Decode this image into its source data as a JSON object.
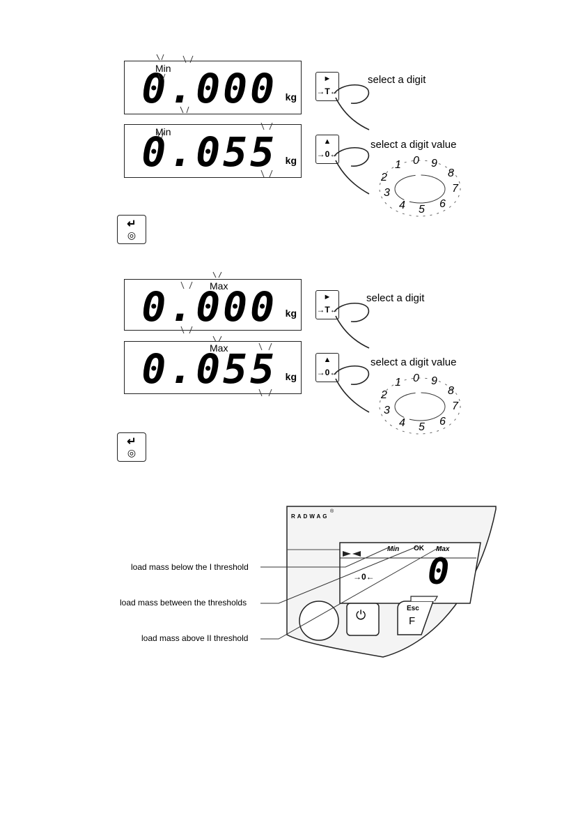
{
  "section_min": {
    "display_1": {
      "label": "Min",
      "value": "0.000",
      "unit": "kg"
    },
    "display_2": {
      "label": "Min",
      "value": "0.055",
      "unit": "kg"
    },
    "key_right": {
      "symbol": "►",
      "label": "→T←"
    },
    "key_up": {
      "symbol": "▲",
      "label": "→0←"
    },
    "caption_digit": "select a digit",
    "caption_value": "select a digit value",
    "enter_symbol": "↵"
  },
  "section_max": {
    "display_1": {
      "label": "Max",
      "value": "0.000",
      "unit": "kg"
    },
    "display_2": {
      "label": "Max",
      "value": "0.055",
      "unit": "kg"
    },
    "key_right": {
      "symbol": "►",
      "label": "→T←"
    },
    "key_up": {
      "symbol": "▲",
      "label": "→0←"
    },
    "caption_digit": "select a digit",
    "caption_value": "select a digit value",
    "enter_symbol": "↵"
  },
  "dial_digits": [
    "0",
    "9",
    "8",
    "7",
    "6",
    "5",
    "4",
    "3",
    "2",
    "1"
  ],
  "panel": {
    "brand": "RADWAG",
    "registered": "®",
    "tag_min": "Min",
    "tag_ok": "OK",
    "tag_max": "Max",
    "zero_symbol": "→0←",
    "display_value": "0",
    "esc_label": "Esc",
    "f_label": "F",
    "power_icon": "power-icon",
    "labels": [
      "load mass below the I threshold",
      "load mass between the thresholds",
      "load mass above II threshold"
    ]
  }
}
